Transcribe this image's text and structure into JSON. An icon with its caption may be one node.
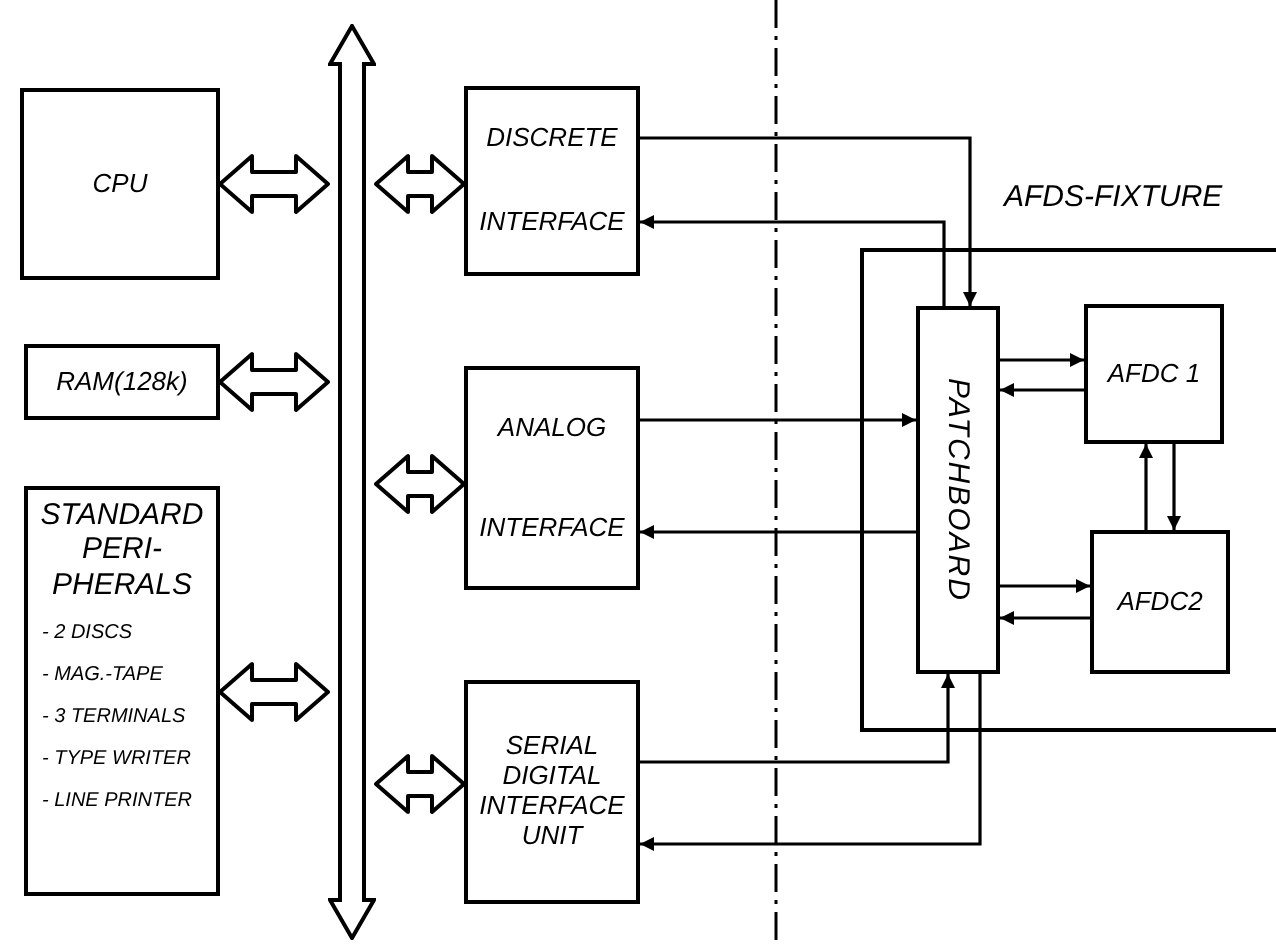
{
  "diagram": {
    "nodes": [
      {
        "text": [
          "CPU"
        ]
      },
      {
        "text": [
          "RAM(128k)"
        ]
      },
      {
        "text": [
          "STANDARD PERI- PHERALS",
          "- 2 DISCS",
          "- MAG.-TAPE",
          "- 3 TERMINALS",
          "- TYPE WRITER",
          "- LINE PRINTER"
        ]
      },
      {
        "text": [],
        "shape": "bar"
      },
      {
        "text": [
          "DISCRETE",
          "INTERFACE"
        ]
      },
      {
        "text": [
          "ANALOG",
          "INTERFACE"
        ]
      },
      {
        "text": [
          "SERIAL DIGITAL INTERFACE UNIT"
        ]
      },
      {
        "text": [
          "AFDS-FIXTURE"
        ]
      },
      {
        "text": [
          "PATCHBOARD"
        ],
        "in": 7
      },
      {
        "text": [
          "AFDC 1"
        ],
        "in": 7
      },
      {
        "text": [
          "AFDC2"
        ],
        "in": 7
      }
    ],
    "edges": [
      {
        "from": 0,
        "to": 3,
        "arrow": "both",
        "style": "thick"
      },
      {
        "from": 1,
        "to": 3,
        "arrow": "both",
        "style": "thick"
      },
      {
        "from": 2,
        "to": 3,
        "arrow": "both",
        "style": "thick"
      },
      {
        "from": 3,
        "to": 4,
        "arrow": "both",
        "style": "thick"
      },
      {
        "from": 3,
        "to": 5,
        "arrow": "both",
        "style": "thick"
      },
      {
        "from": 3,
        "to": 6,
        "arrow": "both",
        "style": "thick"
      },
      {
        "from": 4,
        "to": 8,
        "arrow": "to"
      },
      {
        "from": 8,
        "to": 4,
        "arrow": "to"
      },
      {
        "from": 5,
        "to": 8,
        "arrow": "to"
      },
      {
        "from": 8,
        "to": 5,
        "arrow": "to"
      },
      {
        "from": 6,
        "to": 8,
        "arrow": "to"
      },
      {
        "from": 8,
        "to": 6,
        "arrow": "to"
      },
      {
        "from": 8,
        "to": 9,
        "arrow": "to"
      },
      {
        "from": 9,
        "to": 8,
        "arrow": "to"
      },
      {
        "from": 8,
        "to": 10,
        "arrow": "to"
      },
      {
        "from": 10,
        "to": 8,
        "arrow": "to"
      },
      {
        "from": 10,
        "to": 9,
        "arrow": "to"
      },
      {
        "from": 9,
        "to": 10,
        "arrow": "to"
      }
    ]
  }
}
